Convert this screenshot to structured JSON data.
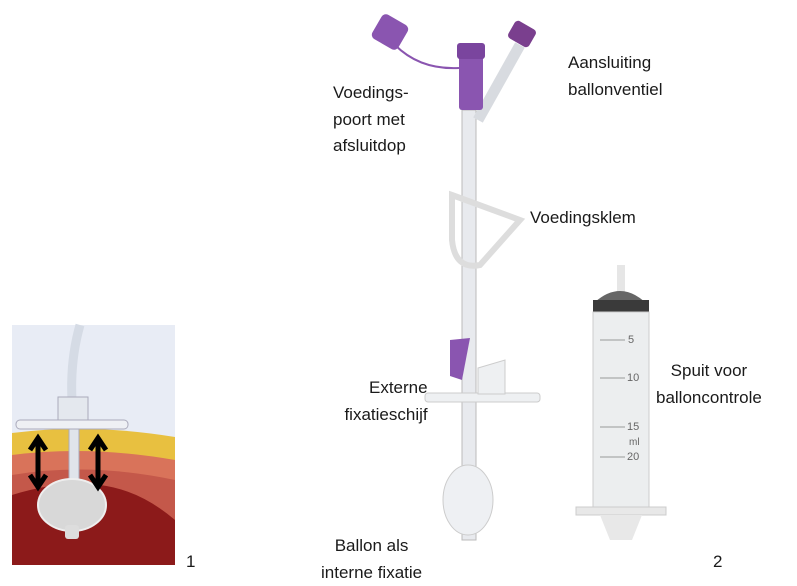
{
  "labels": {
    "feeding_port": [
      "Voedings-",
      "poort met",
      "afsluitdop"
    ],
    "balloon_valve": [
      "Aansluiting",
      "ballonventiel"
    ],
    "feeding_clamp": [
      "Voedingsklem"
    ],
    "external_disc": [
      "Externe",
      "fixatieschijf"
    ],
    "syringe": [
      "Spuit voor",
      "balloncontrole"
    ],
    "balloon": [
      "Ballon als",
      "interne fixatie"
    ]
  },
  "figure_numbers": {
    "left": "1",
    "right": "2"
  },
  "syringe_scale": {
    "marks": [
      "5",
      "10",
      "15",
      "20"
    ],
    "unit": "ml"
  },
  "colors": {
    "purple": "#8a55b0",
    "skin_yellow": "#e8c040",
    "tissue": "#d9735a",
    "stomach": "#8c1a1a"
  }
}
